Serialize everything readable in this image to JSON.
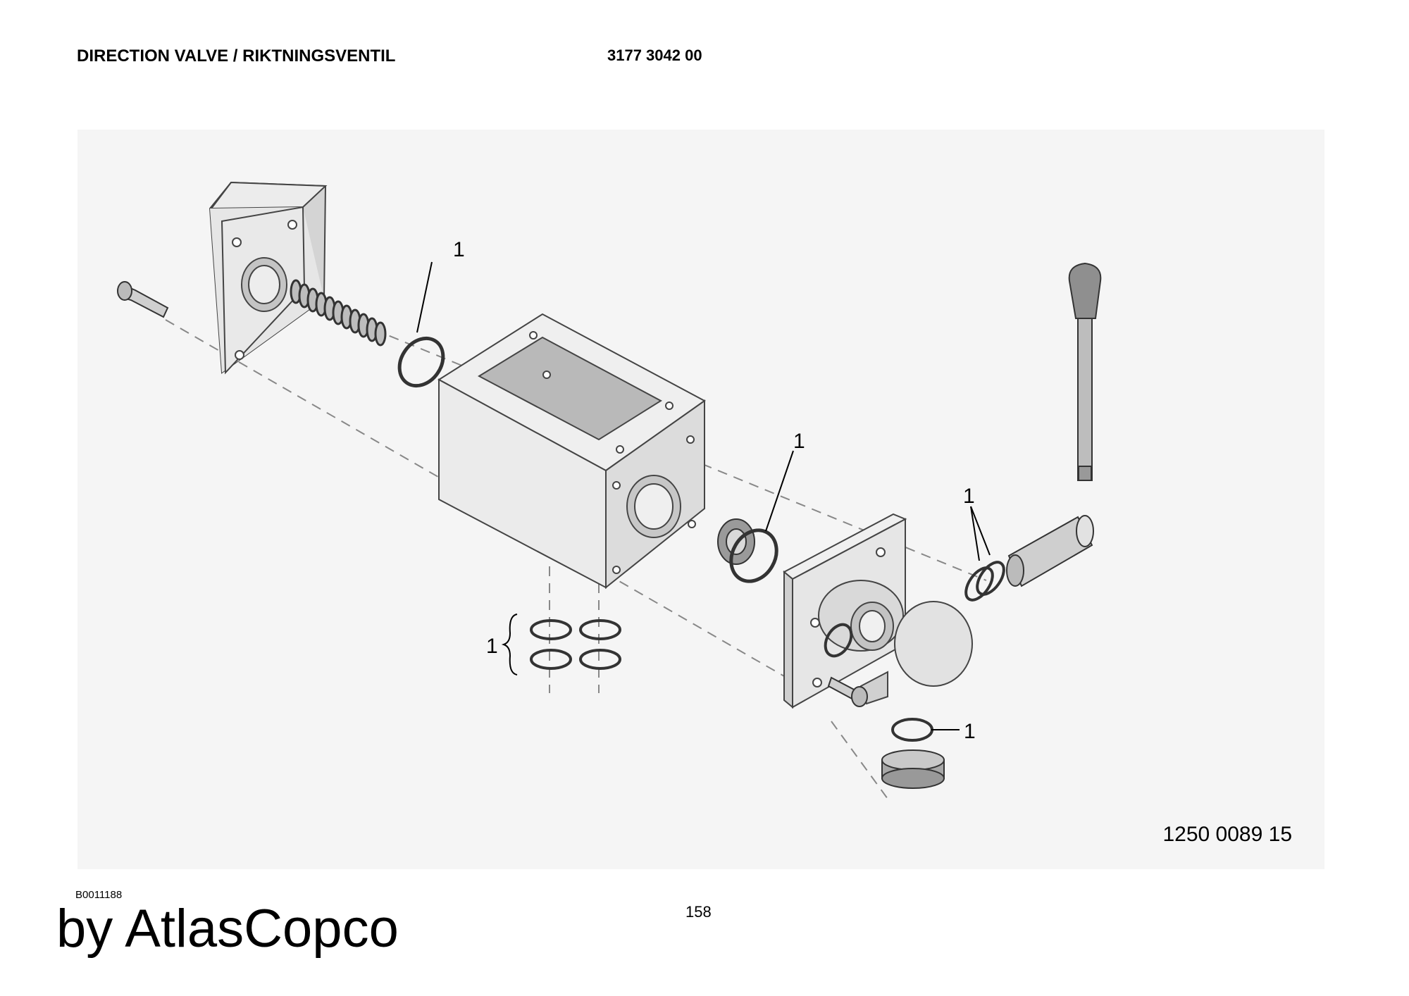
{
  "header": {
    "title": "DIRECTION VALVE / RIKTNINGSVENTIL",
    "part_number": "3177 3042 00"
  },
  "drawing": {
    "drawing_number": "1250 0089 15",
    "callouts": [
      "1",
      "1",
      "1",
      "1",
      "1"
    ]
  },
  "footer": {
    "document_id": "B0011188",
    "page_number": "158",
    "brand": "by AtlasCopco"
  },
  "colors": {
    "panel_bg": "#f5f5f5",
    "part_fill": "#e8e8e8",
    "part_shade": "#c9c9c9",
    "dark_part": "#777777"
  }
}
